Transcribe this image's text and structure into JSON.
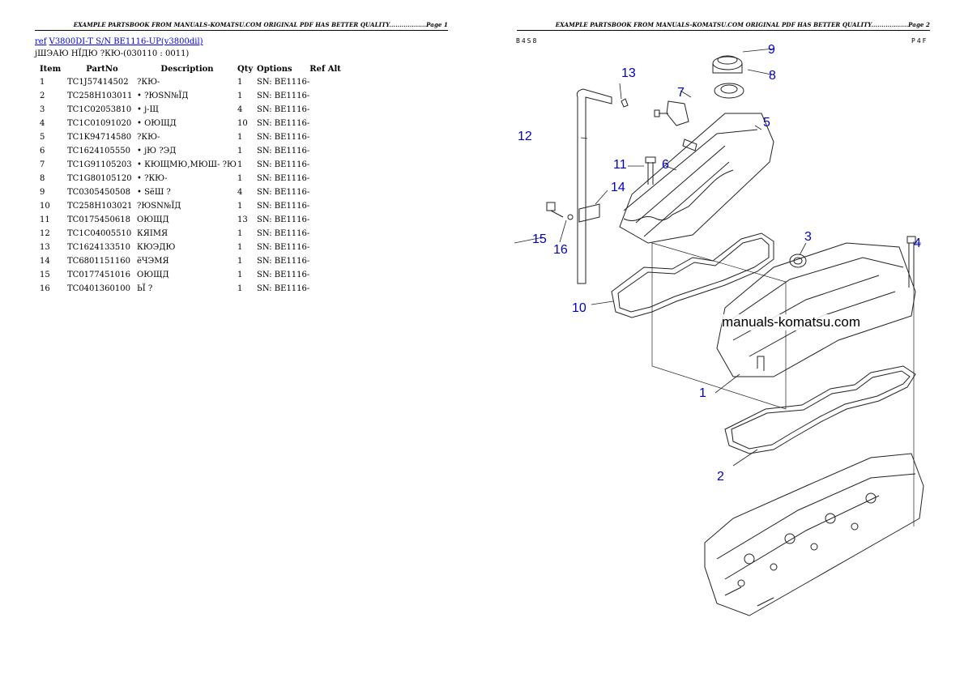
{
  "page1": {
    "header": "EXAMPLE PARTSBOOK FROM MANUALS-KOMATSU.COM ORIGINAL PDF HAS BETTER QUALITY..................Page 1",
    "ref_label": "ref",
    "model_link": "V3800DI-T S/N BE1116-UP(v3800dil)",
    "section_title": "јШЭАЮ НЇДЮ ?КЮ-(030110 : 0011)",
    "columns": [
      "Item",
      "PartNo",
      "Description",
      "Qty",
      "Options",
      "Ref Alt"
    ],
    "rows": [
      {
        "item": "1",
        "part": "TC1J57414502",
        "desc": "?КЮ-",
        "qty": "1",
        "opt": "SN: BE1116-",
        "ref": ""
      },
      {
        "item": "2",
        "part": "TC258H103011",
        "desc": "• ?ЮSN№ЇД",
        "qty": "1",
        "opt": "SN: BE1116-",
        "ref": ""
      },
      {
        "item": "3",
        "part": "TC1C02053810",
        "desc": "• ј-Щ",
        "qty": "4",
        "opt": "SN: BE1116-",
        "ref": ""
      },
      {
        "item": "4",
        "part": "TC1C01091020",
        "desc": "• ОЮЩД",
        "qty": "10",
        "opt": "SN: BE1116-",
        "ref": ""
      },
      {
        "item": "5",
        "part": "TC1K94714580",
        "desc": "?КЮ-",
        "qty": "1",
        "opt": "SN: BE1116-",
        "ref": ""
      },
      {
        "item": "6",
        "part": "TC1624105550",
        "desc": "• јЮ ?ЭД",
        "qty": "1",
        "opt": "SN: BE1116-",
        "ref": ""
      },
      {
        "item": "7",
        "part": "TC1G91105203",
        "desc": "• КЮЩМЮ,МЮШ- ?Ю",
        "qty": "1",
        "opt": "SN: BE1116-",
        "ref": ""
      },
      {
        "item": "8",
        "part": "TC1G80105120",
        "desc": "• ?КЮ-",
        "qty": "1",
        "opt": "SN: BE1116-",
        "ref": ""
      },
      {
        "item": "9",
        "part": "TC0305450508",
        "desc": "• SёШ ?",
        "qty": "4",
        "opt": "SN: BE1116-",
        "ref": ""
      },
      {
        "item": "10",
        "part": "TC258H103021",
        "desc": "?ЮSN№ЇД",
        "qty": "1",
        "opt": "SN: BE1116-",
        "ref": ""
      },
      {
        "item": "11",
        "part": "TC0175450618",
        "desc": "ОЮЩД",
        "qty": "13",
        "opt": "SN: BE1116-",
        "ref": ""
      },
      {
        "item": "12",
        "part": "TC1C04005510",
        "desc": "КЯIМЯ",
        "qty": "1",
        "opt": "SN: BE1116-",
        "ref": ""
      },
      {
        "item": "13",
        "part": "TC1624133510",
        "desc": "КЮЭДЮ",
        "qty": "1",
        "opt": "SN: BE1116-",
        "ref": ""
      },
      {
        "item": "14",
        "part": "TC6801151160",
        "desc": "ёЧЭМЯ",
        "qty": "1",
        "opt": "SN: BE1116-",
        "ref": ""
      },
      {
        "item": "15",
        "part": "TC0177451016",
        "desc": "ОЮЩД",
        "qty": "1",
        "opt": "SN: BE1116-",
        "ref": ""
      },
      {
        "item": "16",
        "part": "TC0401360100",
        "desc": "ЬЇ ?",
        "qty": "1",
        "opt": "SN: BE1116-",
        "ref": ""
      }
    ]
  },
  "page2": {
    "header": "EXAMPLE PARTSBOOK FROM MANUALS-KOMATSU.COM ORIGINAL PDF HAS BETTER QUALITY..................Page 2",
    "corner_left": "B4S8",
    "corner_right": "P4F",
    "watermark": "manuals-komatsu.com",
    "callouts": [
      "1",
      "2",
      "3",
      "4",
      "5",
      "6",
      "7",
      "8",
      "9",
      "10",
      "11",
      "12",
      "13",
      "14",
      "15",
      "16"
    ],
    "callout_color": "#0000c8"
  }
}
